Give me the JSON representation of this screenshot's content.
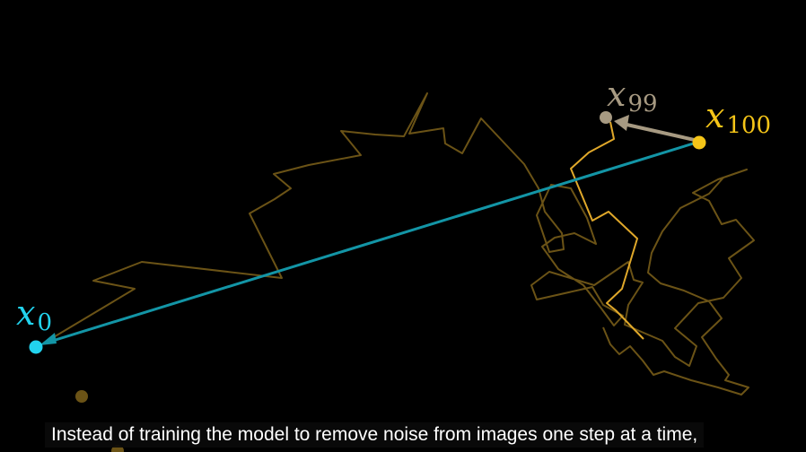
{
  "labels": {
    "start": {
      "var": "x",
      "sub": "0"
    },
    "prev": {
      "var": "x",
      "sub": "99"
    },
    "end": {
      "var": "x",
      "sub": "100"
    }
  },
  "caption": "Instead of training the model to remove noise from images one step at a time,",
  "colors": {
    "background": "#000000",
    "start": "#22d3ee",
    "arrow": "#1395a6",
    "prev": "#a79a82",
    "end": "#f5c518",
    "path": "#e0a82a",
    "faint_path": "#6b5316"
  }
}
